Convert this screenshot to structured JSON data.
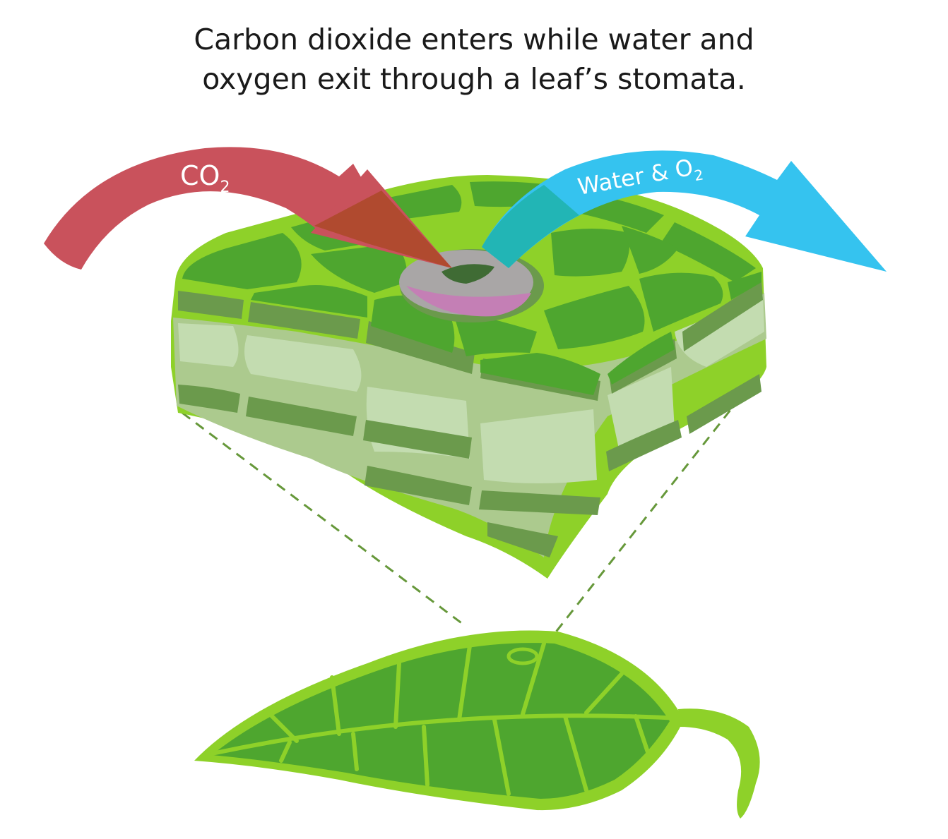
{
  "title": {
    "line1": "Carbon dioxide enters while water and",
    "line2": "oxygen exit through a leaf’s stomata."
  },
  "labels": {
    "co2_main": "CO",
    "co2_sub": "2",
    "water_main": "Water & O",
    "water_sub": "2"
  },
  "colors": {
    "co2_arrow": "#c9525c",
    "co2_arrow_overlap": "#b04a2f",
    "water_arrow": "#35c3ef",
    "water_arrow_overlap": "#22b5b5",
    "cell_dark": "#4ea62f",
    "cell_outline": "#8ed129",
    "cell_muted": "#6b9a4c",
    "mesophyll": "#acca8e",
    "mesophyll_light": "#c3dcb0",
    "stoma_pink": "#c47fb5",
    "stoma_gray": "#a9a6a6",
    "pore": "#3f6b34",
    "dashed_line": "#66983a",
    "leaf": "#4ea62f",
    "leaf_veins": "#8ed129"
  },
  "icons": [
    "leaf-cross-section-icon",
    "stoma-icon",
    "leaf-icon"
  ]
}
